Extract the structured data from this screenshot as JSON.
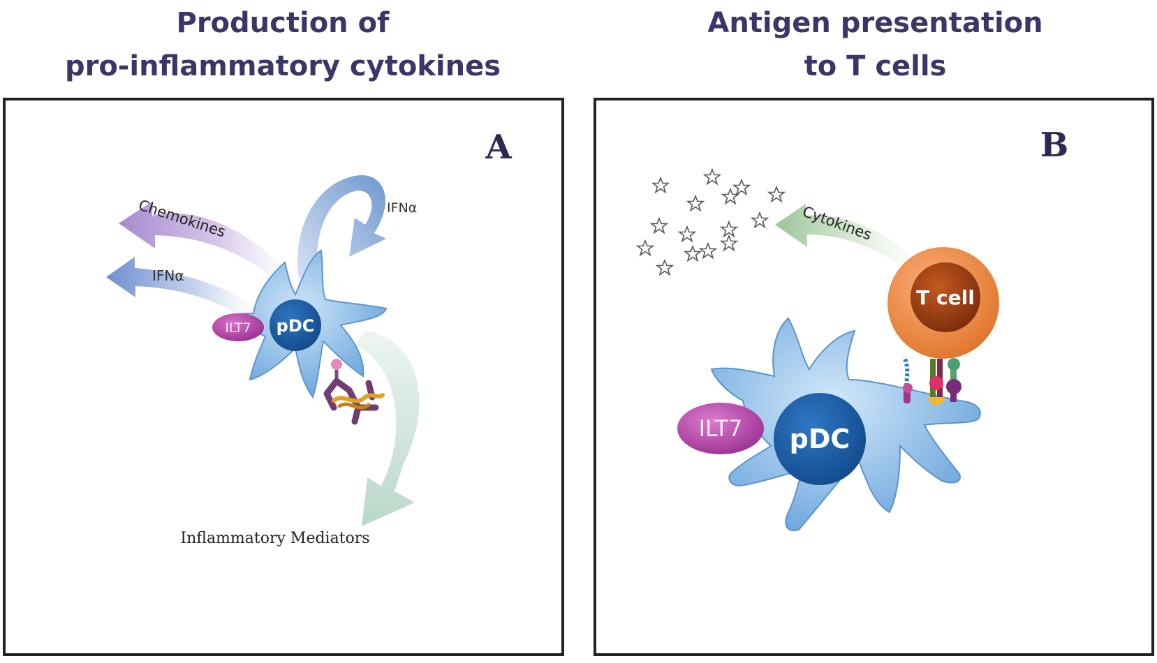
{
  "panel_a": {
    "title_line1": "Production of",
    "title_line2": "pro-inflammatory cytokines",
    "letter": "A",
    "chemokines_label": "Chemokines",
    "ifna_out_label": "IFNα",
    "ifna_loop_label": "IFNα",
    "ilt7_label": "ILT7",
    "pdc_label": "pDC",
    "mediators_label": "Inflammatory Mediators"
  },
  "panel_b": {
    "title_line1": "Antigen presentation",
    "title_line2": "to T cells",
    "letter": "B",
    "cytokines_label": "Cytokines",
    "tcell_label": "T cell",
    "ilt7_label": "ILT7",
    "pdc_label": "pDC"
  },
  "colors": {
    "title": "#3a3768",
    "cell_body": "#8fbfe8",
    "nucleus": "#1d5aa0",
    "ilt7": "#b040a8",
    "tcell_outer": "#f08a3c",
    "tcell_inner": "#9a3a10"
  }
}
